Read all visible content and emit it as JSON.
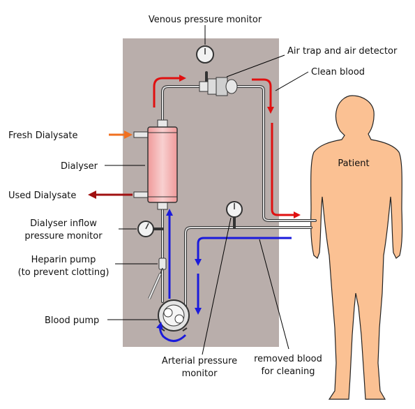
{
  "labels": {
    "venous_pressure_monitor": "Venous pressure monitor",
    "air_trap": "Air trap and air detector",
    "clean_blood": "Clean blood",
    "fresh_dialysate": "Fresh Dialysate",
    "dialyser": "Dialyser",
    "used_dialysate": "Used Dialysate",
    "dialyser_inflow_1": "Dialyser inflow",
    "dialyser_inflow_2": "pressure monitor",
    "heparin_1": "Heparin pump",
    "heparin_2": "(to prevent clotting)",
    "blood_pump": "Blood pump",
    "arterial_1": "Arterial pressure",
    "arterial_2": "monitor",
    "removed_1": "removed blood",
    "removed_2": "for cleaning",
    "patient": "Patient"
  },
  "colors": {
    "panel": "#b9aeab",
    "skin": "#fbc193",
    "clean_flow": "#e01010",
    "removed_flow": "#1a1adc",
    "fresh_arrow": "#f07020",
    "used_arrow": "#a01010"
  }
}
